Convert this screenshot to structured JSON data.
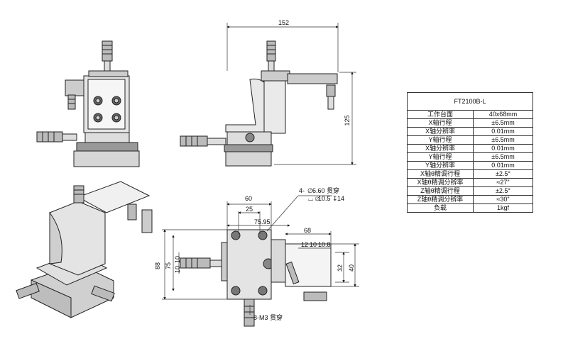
{
  "spec_table": {
    "title": "FT2100B-L",
    "rows": [
      {
        "label": "工作台面",
        "value": "40x68mm"
      },
      {
        "label": "X轴行程",
        "value": "±6.5mm"
      },
      {
        "label": "X轴分辨率",
        "value": "0.01mm"
      },
      {
        "label": "Y轴行程",
        "value": "±6.5mm"
      },
      {
        "label": "X轴分辨率",
        "value": "0.01mm"
      },
      {
        "label": "Y轴行程",
        "value": "±6.5mm"
      },
      {
        "label": "Y轴分辨率",
        "value": "0.01mm"
      },
      {
        "label": "X轴θ精调行程",
        "value": "±2.5°"
      },
      {
        "label": "X轴θ精调分辨率",
        "value": "≈27\""
      },
      {
        "label": "Z轴θ精调行程",
        "value": "±2.5°"
      },
      {
        "label": "Z轴θ精调分辨率",
        "value": "≈30\""
      },
      {
        "label": "负载",
        "value": "1kgf"
      }
    ]
  },
  "dimensions": {
    "side_width": "152",
    "side_height": "125",
    "top_60": "60",
    "top_25": "25",
    "top_7595": "75.95",
    "top_68": "68",
    "top_12": "12",
    "top_10a": "10",
    "top_108": "10.8",
    "left_88": "88",
    "left_75": "75",
    "left_10a": "10",
    "left_10b": "10",
    "right_32": "32",
    "right_40": "40"
  },
  "annotations": {
    "hole_count": "4-",
    "hole_dia": "6.60 贯穿",
    "counterbore": "10.5",
    "counterbore_depth": "14",
    "thread_note": "8-M3 贯穿"
  }
}
